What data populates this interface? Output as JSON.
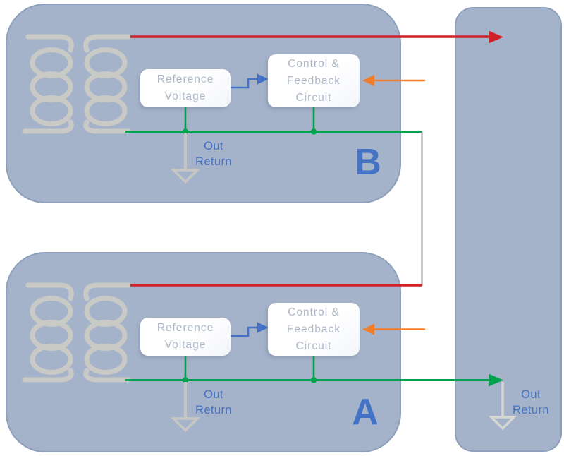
{
  "diagram": {
    "type": "block-diagram",
    "description": "Two regulated power-supply modules (A and B) stacked in series feeding a load block",
    "colors": {
      "module_fill": "#a5b3ca",
      "module_border": "#8e9fbc",
      "output_red": "#d02127",
      "return_green": "#00a24e",
      "feedback_orange": "#ee7d2d",
      "reference_blue": "#4472c4",
      "label_blue": "#4472c4",
      "box_text_gray": "#aeb8c8",
      "coil_gray": "#c9c9c6",
      "series_link_gray": "#a8a8a8",
      "ground_gray": "#c6c6c3"
    },
    "modules": {
      "b": {
        "letter": "B",
        "reference_box": "Reference Voltage",
        "control_box": "Control & Feedback Circuit",
        "out_label": "Out",
        "return_label": "Return"
      },
      "a": {
        "letter": "A",
        "reference_box": "Reference Voltage",
        "control_box": "Control & Feedback Circuit",
        "out_label": "Out",
        "return_label": "Return"
      },
      "load": {
        "out_label": "Out",
        "return_label": "Return"
      }
    }
  }
}
